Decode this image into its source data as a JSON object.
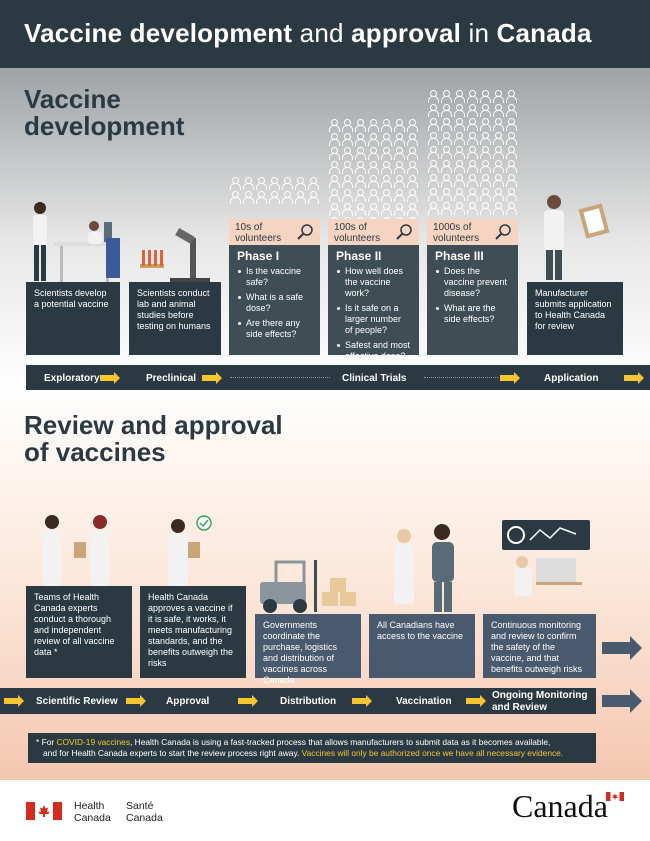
{
  "header": {
    "title_b1": "Vaccine development",
    "title_l1": " and ",
    "title_b2": "approval",
    "title_l2": " in ",
    "title_b3": "Canada"
  },
  "development": {
    "title_line1": "Vaccine",
    "title_line2": "development",
    "steps": [
      {
        "text": "Scientists develop a potential vaccine"
      },
      {
        "text": "Scientists conduct lab and animal studies before testing on humans"
      },
      {
        "volunteers_line1": "10s of",
        "volunteers_line2": "volunteers",
        "phase": "Phase I",
        "items": [
          "Is the vaccine safe?",
          "What is a safe dose?",
          "Are there any side effects?"
        ]
      },
      {
        "volunteers_line1": "100s of",
        "volunteers_line2": "volunteers",
        "phase": "Phase II",
        "items": [
          "How well does the vaccine work?",
          "Is it safe on a larger number of people?",
          "Safest and most effective dose?"
        ]
      },
      {
        "volunteers_line1": "1000s of",
        "volunteers_line2": "volunteers",
        "phase": "Phase III",
        "items": [
          "Does the vaccine prevent disease?",
          "What are the side effects?"
        ]
      },
      {
        "text": "Manufacturer submits application to Health Canada for review"
      }
    ],
    "bar": [
      "Exploratory",
      "Preclinical",
      "Clinical Trials",
      "Application"
    ]
  },
  "review": {
    "title_line1": "Review and approval",
    "title_line2": "of vaccines",
    "steps": [
      {
        "text": "Teams of Health Canada experts conduct a thorough and independent review of all vaccine data *"
      },
      {
        "text": "Health Canada approves a vaccine if it is safe, it works, it meets manufacturing standards, and the benefits outweigh the risks"
      },
      {
        "text": "Governments coordinate the purchase, logistics and distribution of vaccines across Canada"
      },
      {
        "text": "All Canadians have access to the vaccine"
      },
      {
        "text": "Continuous monitoring and review to confirm the safety of the vaccine, and that benefits outweigh risks"
      }
    ],
    "bar": [
      "Scientific Review",
      "Approval",
      "Distribution",
      "Vaccination",
      "Ongoing Monitoring",
      "and Review"
    ]
  },
  "footnote": {
    "star": "* For ",
    "covid": "COVID-19 vaccines",
    "text1": ", Health Canada is using a fast-tracked process that allows manufacturers to submit data as it becomes available,",
    "text2": "and for Health Canada experts to start the review process right away. ",
    "highlight": "Vaccines will only be authorized once we have all necessary evidence."
  },
  "footer": {
    "en1": "Health",
    "en2": "Canada",
    "fr1": "Santé",
    "fr2": "Canada",
    "wordmark": "Canada"
  },
  "colors": {
    "dark": "#2b3a42",
    "accent": "#f5c531",
    "peach": "#f6d4c2",
    "slate": "#4a5a6e",
    "canada_red": "#d52b1e"
  }
}
